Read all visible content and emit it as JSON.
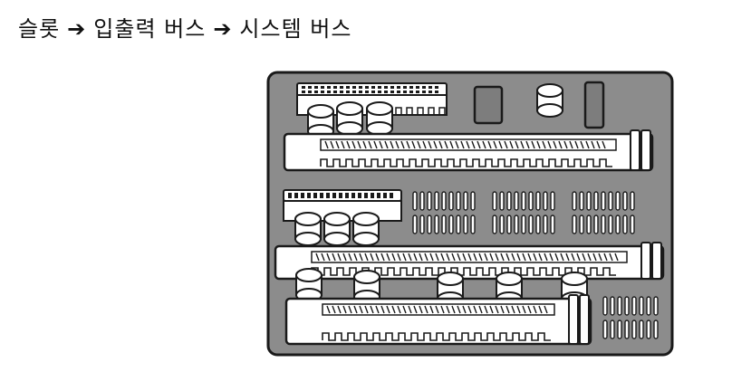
{
  "caption": {
    "slot": "슬롯",
    "io_bus": "입출력 버스",
    "system_bus": "시스템 버스",
    "arrow": "➔"
  },
  "colors": {
    "board": "#8c8c8c",
    "outline": "#1a1a1a",
    "connector": "#ffffff",
    "chip": "#7d7d7d"
  }
}
